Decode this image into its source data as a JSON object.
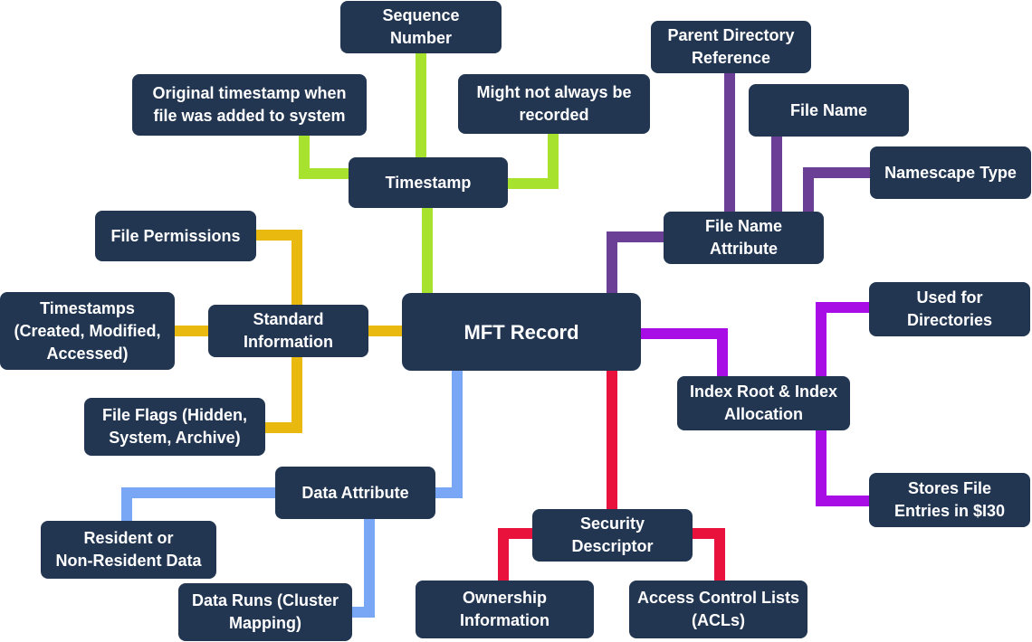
{
  "colors": {
    "node_fill": "#223652",
    "node_text": "#ffffff",
    "timestamp_branch": "#a6e22e",
    "standard_info_branch": "#e9b90f",
    "data_attribute_branch": "#7aa7f5",
    "security_branch": "#e8123c",
    "index_branch": "#a80de6",
    "file_name_branch": "#6b3f96"
  },
  "nodes": {
    "mft_record": "MFT Record",
    "timestamp": "Timestamp",
    "sequence_number": "Sequence\nNumber",
    "original_timestamp": "Original timestamp when\nfile was added to system",
    "might_not_recorded": "Might not always be\nrecorded",
    "standard_information": "Standard\nInformation",
    "file_permissions": "File Permissions",
    "timestamps_cma": "Timestamps\n(Created, Modified,\nAccessed)",
    "file_flags": "File Flags (Hidden,\nSystem, Archive)",
    "data_attribute": "Data Attribute",
    "resident_data": "Resident or\nNon-Resident Data",
    "data_runs": "Data Runs (Cluster\nMapping)",
    "security_descriptor": "Security\nDescriptor",
    "ownership_information": "Ownership\nInformation",
    "acls": "Access Control Lists\n(ACLs)",
    "index_root": "Index Root & Index\nAllocation",
    "used_for_directories": "Used for\nDirectories",
    "stores_file_entries": "Stores File\nEntries in $I30",
    "file_name_attribute": "File Name\nAttribute",
    "parent_directory": "Parent Directory\nReference",
    "file_name": "File Name",
    "namescape_type": "Namescape Type"
  }
}
